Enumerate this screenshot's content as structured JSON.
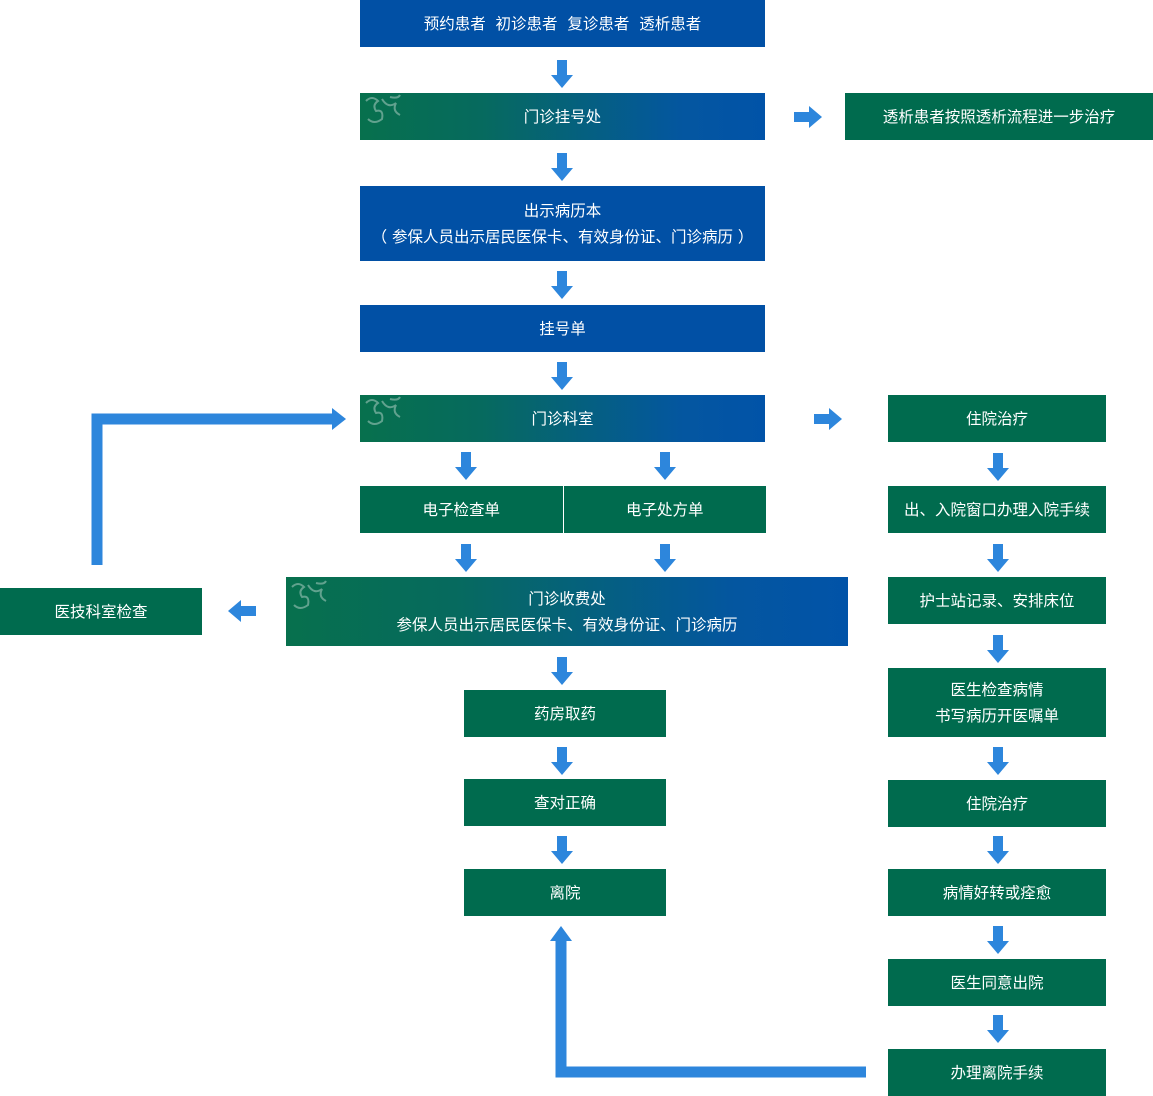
{
  "nodes": {
    "patients": "预约患者  初诊患者  复诊患者  透析患者",
    "registration": "门诊挂号处",
    "dialysis": "透析患者按照透析流程进一步治疗",
    "records_line1": "出示病历本",
    "records_line2": "（ 参保人员出示居民医保卡、有效身份证、门诊病历 ）",
    "reg_slip": "挂号单",
    "clinic": "门诊科室",
    "e_exam": "电子检查单",
    "e_rx": "电子处方单",
    "payment_line1": "门诊收费处",
    "payment_line2": "参保人员出示居民医保卡、有效身份证、门诊病历",
    "medtech": "医技科室检查",
    "pharmacy": "药房取药",
    "verify": "查对正确",
    "leave": "离院",
    "inpatient": "住院治疗",
    "admission": "出、入院窗口办理入院手续",
    "nurse": "护士站记录、安排床位",
    "doctor_line1": "医生检查病情",
    "doctor_line2": "书写病历开医嘱单",
    "inpatient2": "住院治疗",
    "recovery": "病情好转或痊愈",
    "approve": "医生同意出院",
    "discharge": "办理离院手续"
  },
  "colors": {
    "blue_box": "#0150a5",
    "green_box": "#006b4e",
    "arrow": "#2d86dc",
    "text": "#ffffff"
  }
}
